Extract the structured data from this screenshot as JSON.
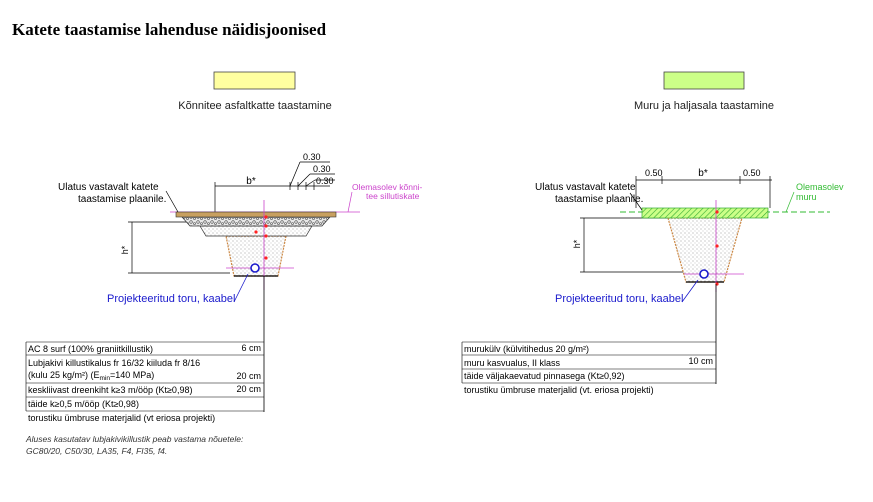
{
  "title": "Katete taastamise lahenduse näidisjoonised",
  "colors": {
    "asphalt_swatch": "#ffffa0",
    "grass_swatch": "#ccff88",
    "asphalt_annotation": "#cc44cc",
    "grass_annotation": "#33bb33",
    "pipe_label": "#1a1acc",
    "fill_outline": "#cc8844"
  },
  "left": {
    "caption": "Kõnnitee asfaltkatte taastamine",
    "extent_label_1": "Ulatus vastavalt katete",
    "extent_label_2": "taastamise plaanile.",
    "existing_label_1": "Olemasolev kõnni-",
    "existing_label_2": "tee sillutiskate",
    "dim_b": "b*",
    "dim_h": "h*",
    "dim_offsets": [
      "0.30",
      "0.30",
      "0.30"
    ],
    "pipe_label": "Projekteeritud toru, kaabel",
    "layers": [
      {
        "name": "AC 8 surf (100% graniitkillustik)",
        "thickness": "6 cm"
      },
      {
        "name_line1": "Lubjakivi killustikalus fr 16/32 kiiluda fr 8/16",
        "name_line2": "(kulu 25 kg/m²) (E",
        "sub": "min",
        "name_tail": "=140 MPa)",
        "thickness": "20 cm"
      },
      {
        "name": "keskliivast dreenkiht k≥3 m/ööp (Kt≥0,98)",
        "thickness": "20 cm"
      },
      {
        "name": "täide k≥0,5 m/ööp (Kt≥0,98)",
        "thickness": ""
      },
      {
        "name": "torustiku ümbruse materjalid (vt eriosa projekti)",
        "thickness": ""
      }
    ],
    "note_1": "Aluses kasutatav lubjakivikillustik peab vastama nõuetele:",
    "note_2": "GC80/20, C50/30, LA35, F4, FI35, f4."
  },
  "right": {
    "caption": "Muru ja haljasala taastamine",
    "extent_label_1": "Ulatus vastavalt katete",
    "extent_label_2": "taastamise plaanile.",
    "existing_label_1": "Olemasolev",
    "existing_label_2": "muru",
    "dim_b": "b*",
    "dim_h": "h*",
    "dim_left": "0.50",
    "dim_right": "0.50",
    "pipe_label": "Projekteeritud toru, kaabel",
    "layers": [
      {
        "name": "murukülv (külvitihedus 20 g/m²)",
        "thickness": ""
      },
      {
        "name": "muru kasvualus, II klass",
        "thickness": "10 cm"
      },
      {
        "name": "täide väljakaevatud pinnasega (Kt≥0,92)",
        "thickness": ""
      },
      {
        "name": "torustiku ümbruse materjalid (vt. eriosa projekti)",
        "thickness": ""
      }
    ]
  }
}
